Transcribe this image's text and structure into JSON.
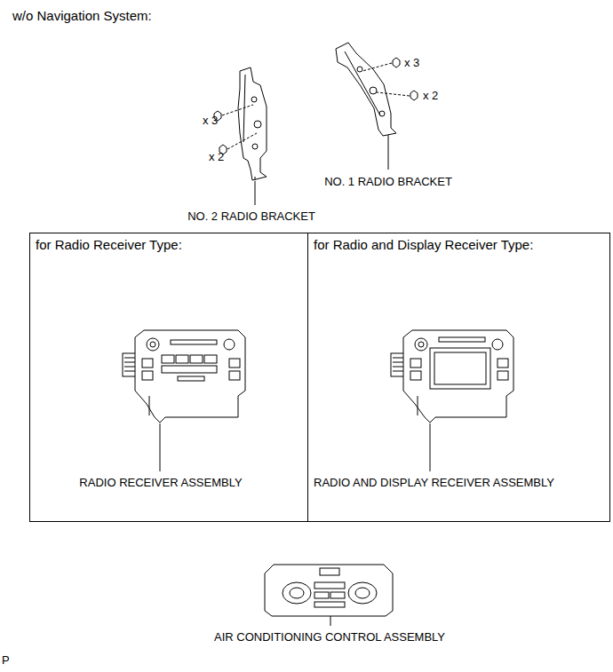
{
  "diagram": {
    "title": "w/o Navigation System:",
    "nodes": [
      {
        "text": [
          "for Radio Receiver Type:",
          "RADIO RECEIVER ASSEMBLY"
        ]
      },
      {
        "text": [
          "for Radio and Display Receiver Type:",
          "RADIO AND DISPLAY RECEIVER ASSEMBLY"
        ]
      }
    ],
    "labels": [
      "x 3",
      "x 2",
      "NO. 2 RADIO BRACKET",
      "x 3",
      "x 2",
      "NO. 1 RADIO BRACKET",
      "AIR CONDITIONING CONTROL ASSEMBLY",
      "P"
    ]
  }
}
